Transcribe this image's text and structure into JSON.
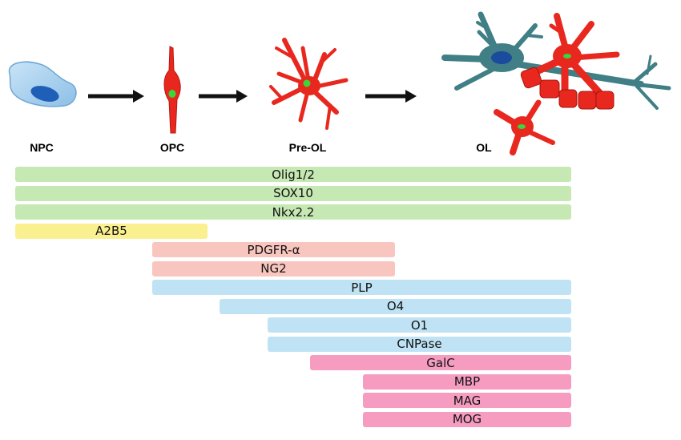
{
  "stages": [
    "NPC",
    "OPC",
    "Pre-OL",
    "OL"
  ],
  "markers": [
    {
      "label": "Olig1/2",
      "color": "#c6e8b3",
      "start_stage": "NPC",
      "end_stage": "OL"
    },
    {
      "label": "SOX10",
      "color": "#c6e8b3",
      "start_stage": "NPC",
      "end_stage": "OL"
    },
    {
      "label": "Nkx2.2",
      "color": "#c6e8b3",
      "start_stage": "NPC",
      "end_stage": "OL"
    },
    {
      "label": "A2B5",
      "color": "#fbf08f",
      "start_stage": "NPC",
      "end_stage": "OPC"
    },
    {
      "label": "PDGFR-α",
      "color": "#f9c6bf",
      "start_stage": "OPC",
      "end_stage": "Pre-OL"
    },
    {
      "label": "NG2",
      "color": "#f9c6bf",
      "start_stage": "OPC",
      "end_stage": "Pre-OL"
    },
    {
      "label": "PLP",
      "color": "#bfe3f4",
      "start_stage": "OPC",
      "end_stage": "OL"
    },
    {
      "label": "O4",
      "color": "#bfe3f4",
      "start_stage": "OPC",
      "end_stage": "OL"
    },
    {
      "label": "O1",
      "color": "#bfe3f4",
      "start_stage": "Pre-OL",
      "end_stage": "OL"
    },
    {
      "label": "CNPase",
      "color": "#bfe3f4",
      "start_stage": "Pre-OL",
      "end_stage": "OL"
    },
    {
      "label": "GalC",
      "color": "#f59cc0",
      "start_stage": "Pre-OL",
      "end_stage": "OL"
    },
    {
      "label": "MBP",
      "color": "#f59cc0",
      "start_stage": "Pre-OL",
      "end_stage": "OL"
    },
    {
      "label": "MAG",
      "color": "#f59cc0",
      "start_stage": "Pre-OL",
      "end_stage": "OL"
    },
    {
      "label": "MOG",
      "color": "#f59cc0",
      "start_stage": "Pre-OL",
      "end_stage": "OL"
    }
  ],
  "colors": {
    "npc_cell": "#9ec9ea",
    "npc_nucleus": "#1f5fb7",
    "oligodendrocyte": "#e8281e",
    "ol_nucleus": "#3ad63a",
    "neuron": "#3f7f85",
    "neuron_nucleus": "#1b4b9c",
    "arrow": "#111111"
  }
}
